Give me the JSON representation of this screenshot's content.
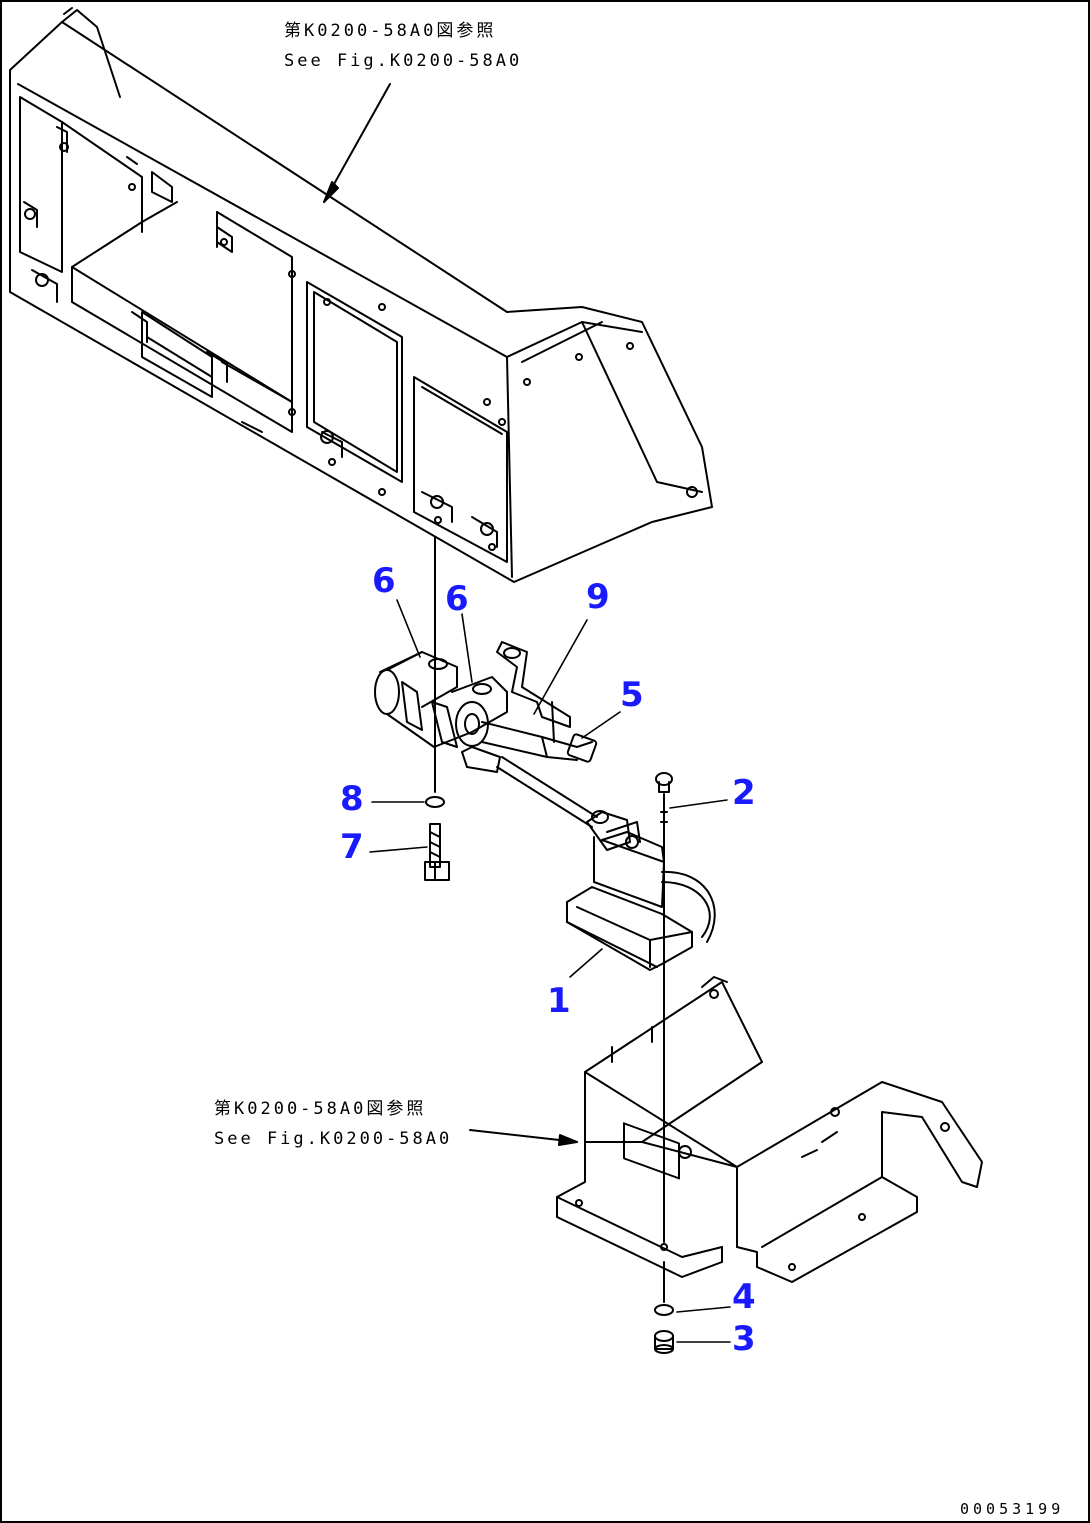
{
  "references": {
    "top": {
      "line1": "第K0200-58A0図参照",
      "line2": "See Fig.K0200-58A0"
    },
    "bottom": {
      "line1": "第K0200-58A0図参照",
      "line2": "See Fig.K0200-58A0"
    }
  },
  "callouts": [
    "1",
    "2",
    "3",
    "4",
    "5",
    "6",
    "6",
    "7",
    "8",
    "9"
  ],
  "drawing_code": "00053199",
  "colors": {
    "callout": "#1a1aff",
    "line": "#000000"
  }
}
